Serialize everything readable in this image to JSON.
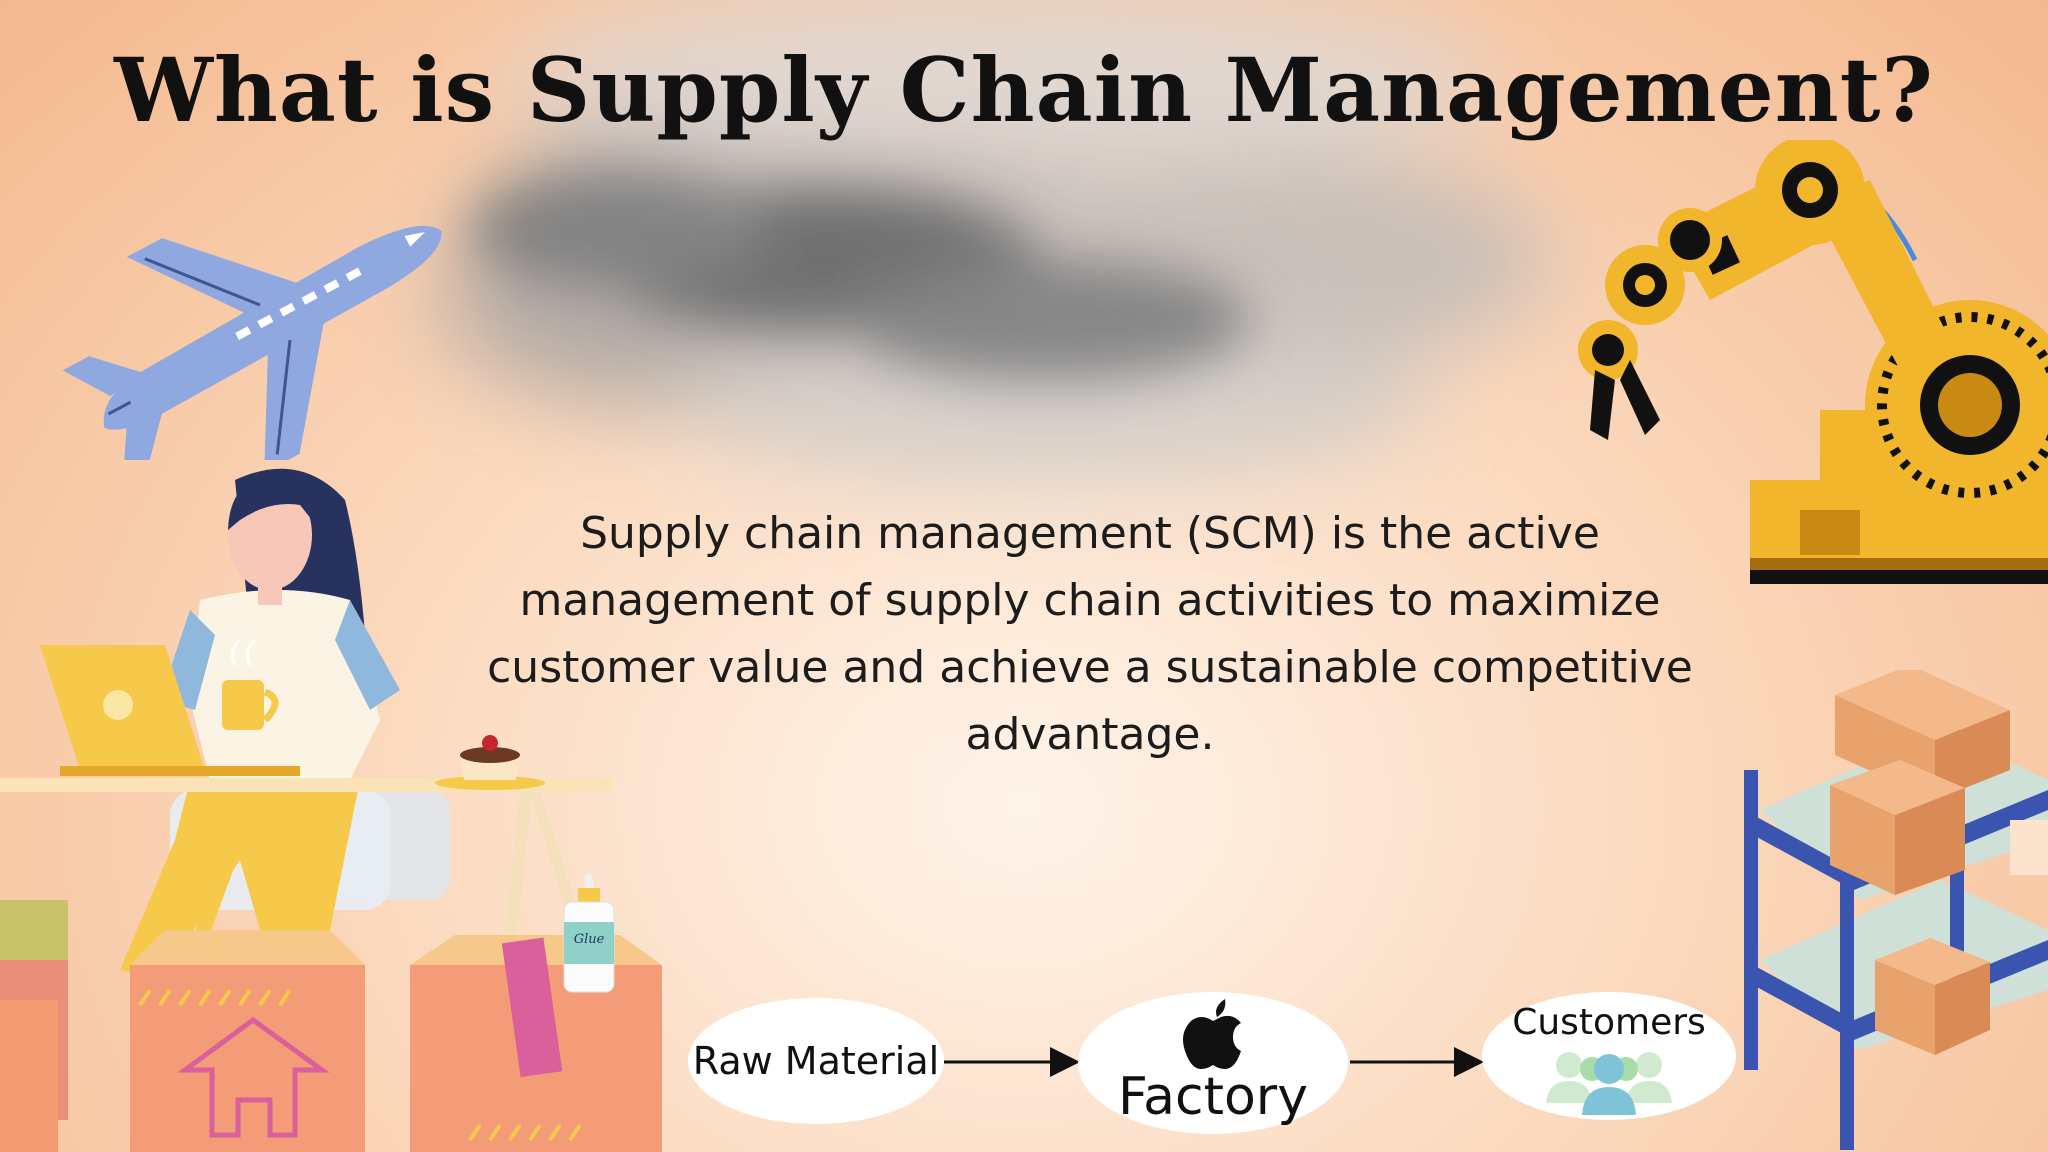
{
  "slide": {
    "title": "What is Supply Chain Management?",
    "description": "Supply chain management (SCM) is the active management of supply chain activities to maximize customer value and achieve a sustainable competitive advantage."
  },
  "flow": {
    "nodes": [
      {
        "id": "raw",
        "label": "Raw Material"
      },
      {
        "id": "factory",
        "label": "Factory",
        "icon": "apple-icon"
      },
      {
        "id": "customers",
        "label": "Customers",
        "icon": "people-group-icon"
      }
    ],
    "edges": [
      {
        "from": "raw",
        "to": "factory"
      },
      {
        "from": "factory",
        "to": "customers"
      }
    ]
  },
  "illustrations": {
    "glue_bottle_label": "Glue",
    "icons": [
      "airplane-icon",
      "robotic-arm-icon",
      "woman-at-desk-illustration",
      "warehouse-shelf-icon",
      "cardboard-box-icon",
      "cake-icon",
      "glue-bottle-icon"
    ]
  },
  "colors": {
    "background": "#f4b98f",
    "background_light": "#fff4ea",
    "title": "#111111",
    "airplane": "#8fa8e0",
    "robot_arm": "#f2b62c",
    "shelf_frame": "#3a55b0",
    "box": "#e8a26b",
    "node_fill": "#ffffff"
  }
}
